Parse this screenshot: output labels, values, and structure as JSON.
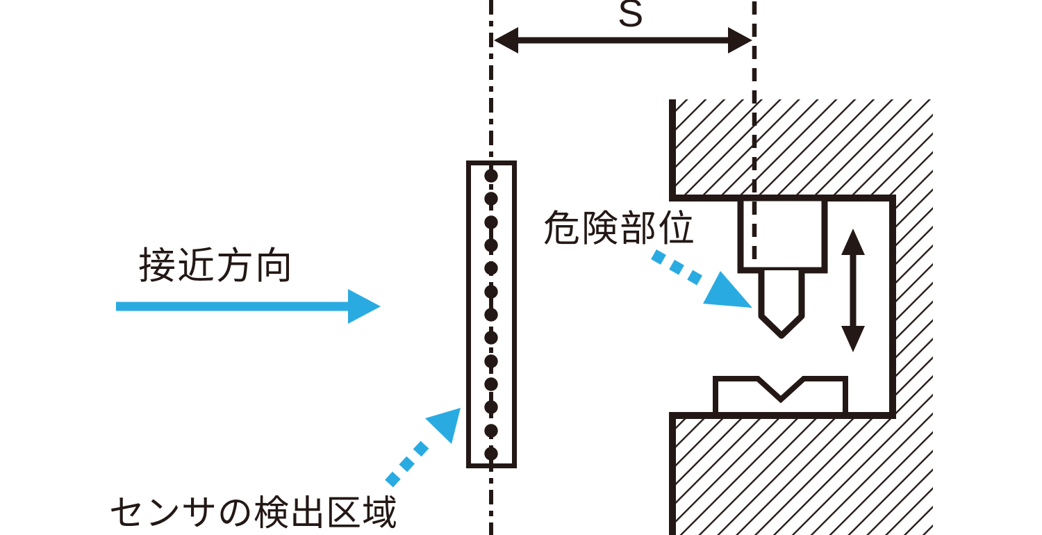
{
  "diagram": {
    "type": "safety-distance-diagram",
    "labels": {
      "distance": "S",
      "approach_direction": "接近方向",
      "hazard_part": "危険部位",
      "sensor_detection_zone": "センサの検出区域"
    },
    "icons": {
      "s_dimension": "double-headed-horizontal-arrow-icon",
      "approach": "solid-right-arrow-icon",
      "hazard_pointer": "dotted-diagonal-arrow-icon",
      "detection_pointer": "dotted-diagonal-arrow-icon",
      "stroke_motion": "double-headed-vertical-arrow-icon"
    },
    "colors": {
      "ink": "#231815",
      "accent_blue": "#29abe2",
      "background": "#ffffff"
    }
  }
}
